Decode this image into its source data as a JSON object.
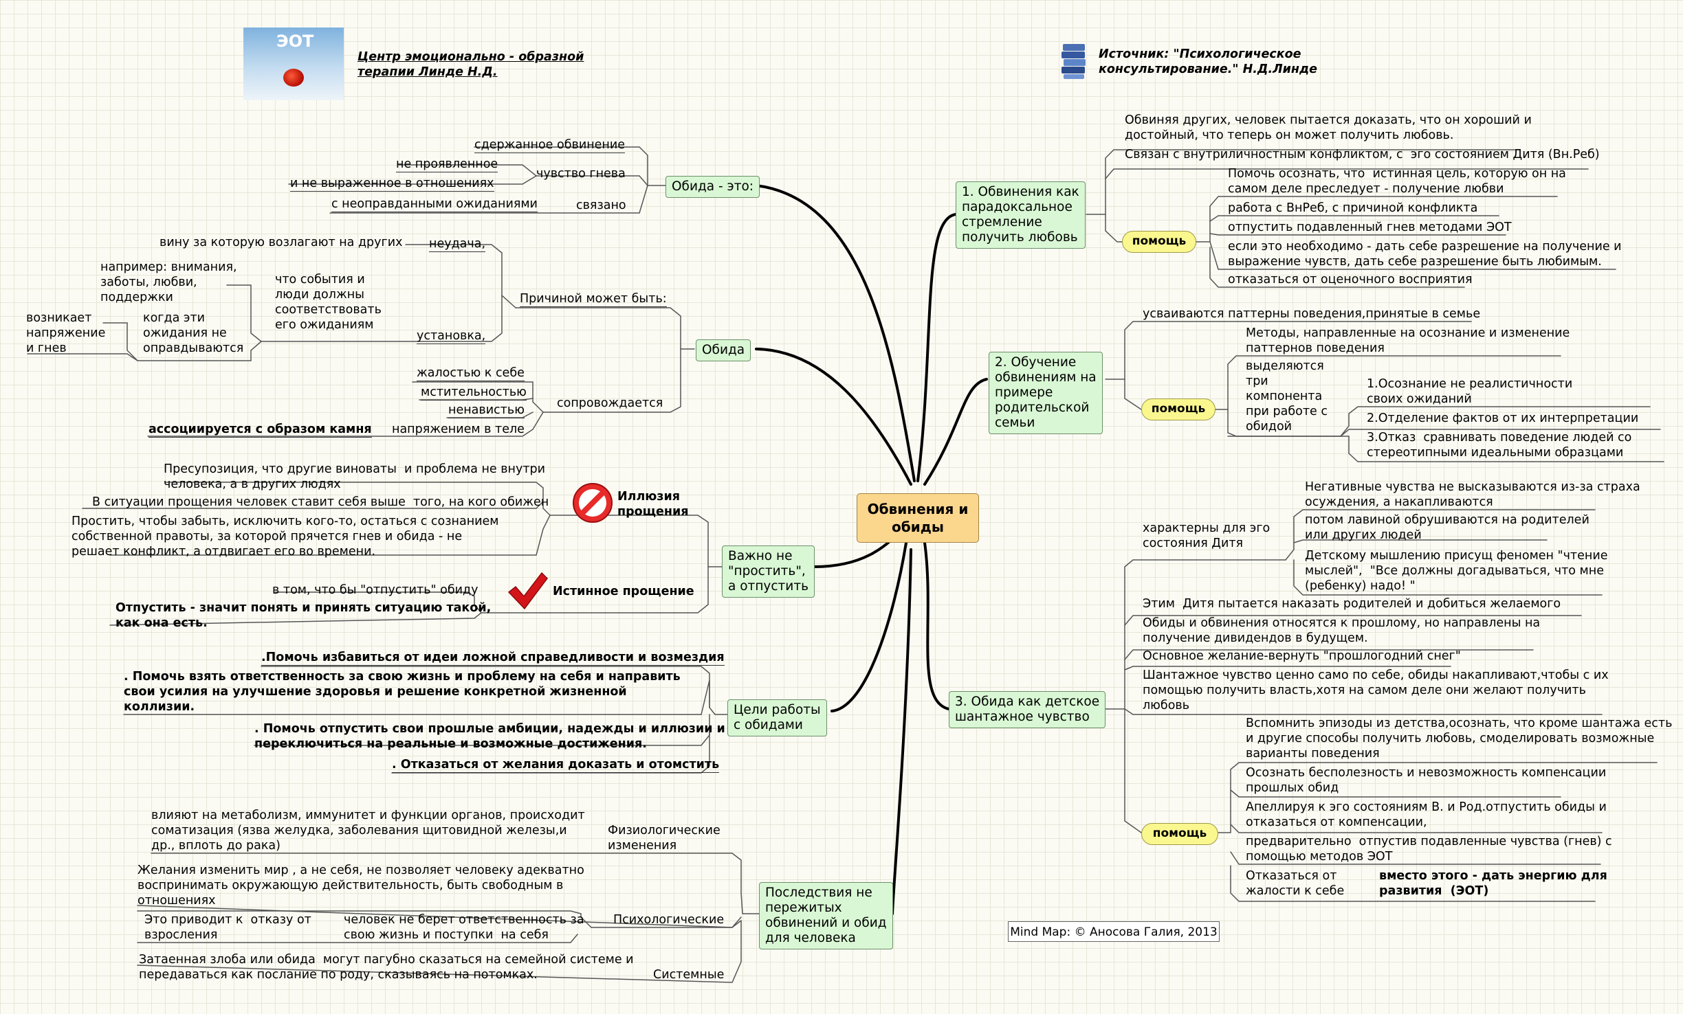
{
  "header": {
    "logo_text": "ЭОТ",
    "logo_caption": "Центр эмоционально - образной\nтерапии Линде Н.Д.",
    "source": "Источник: \"Психологическое\nконсультирование.\" Н.Д.Линде",
    "copyright": "Mind Map: © Аносова Галия, 2013"
  },
  "center": {
    "label": "Обвинения и\nобиды"
  },
  "left": {
    "obida_eto": {
      "label": "Обида - это:",
      "items": [
        "сдержанное обвинение",
        "чувство гнева",
        "не проявленное",
        "и не выраженное в отношениях",
        "связано",
        "с неоправданными ожиданиями"
      ]
    },
    "obida": {
      "label": "Обида",
      "prichina": "Причиной может быть:",
      "neudacha": "неудача,",
      "vinu": "вину за которую возлагают на других",
      "ustanovka": "установка,",
      "chto_sobytiya": "что события и\nлюди должны\nсоответствовать\nего ожиданиям",
      "naprimer": "например: внимания,\nзаботы, любви,\nподдержки",
      "kogda": "когда эти\nожидания не\nоправдываются",
      "voznikaet": "возникает\nнапряжение\nи гнев",
      "soprovozhdaetsya": "сопровождается",
      "items": [
        "жалостью к себе",
        "мстительностью",
        "ненавистью",
        "напряжением в теле"
      ],
      "kamen": "ассоциируется с образом камня"
    },
    "vazhno": {
      "label": "Важно не\n\"простить\",\nа отпустить",
      "illusion": "Иллюзия\nпрощения",
      "presup": "Пресупозиция, что другие виноваты  и проблема не внутри\nчеловека, а в других людях",
      "situacii": "В ситуации прощения человек ставит себя выше  того, на кого обижен",
      "prostit": "Простить, чтобы забыть, исключить кого-то, остаться с сознанием\nсобственной правоты, за которой прячется гнев и обида - не\nрешает конфликт, а отдвигает его во времени.",
      "true_forgive": "Истинное прощение",
      "v_tom": "в том, что бы \"отпустить\" обиду",
      "otpustit": "Отпустить - значит понять и принять ситуацию такой,\nкак она есть."
    },
    "celi": {
      "label": "Цели работы\nс обидами",
      "items": [
        ".Помочь избавиться от идеи ложной справедливости и возмездия",
        ". Помочь взять ответственность за свою жизнь и проблему на себя и направить\nсвои усилия на улучшение здоровья и решение конкретной жизненной\nколлизии.",
        ". Помочь отпустить свои прошлые амбиции, надежды и иллюзии и\nпереключиться на реальные и возможные достижения.",
        ". Отказаться от желания доказать и отомстить"
      ]
    },
    "posledstviya": {
      "label": "Последствия не\nпережитых\nобвинений и обид\nдля человека",
      "fiz": "Физиологические\nизменения",
      "fiz_text": "влияют на метаболизм, иммунитет и функции органов, происходит\nсоматизация (язва желудка, заболевания щитовидной железы,и\nдр., вплоть до рака)",
      "psih": "Психологические",
      "psih_text": "Желания изменить мир , а не себя, не позволяет человеку адекватно\nвоспринимать окружающую действительность, быть свободным в\nотношениях",
      "otkaz": "Это приводит к  отказу от\nвзросления",
      "ne_beret": "человек не берет ответственность за\nсвою жизнь и поступки  на себя",
      "sist": "Системные",
      "sist_text": "Затаенная злоба или обида  могут пагубно сказаться на семейной системе и\nпередаваться как послание по роду, сказываясь на потомках."
    }
  },
  "right": {
    "b1": {
      "label": "1. Обвинения как\nпарадоксальное\nстремление\nполучить любовь",
      "items": [
        "Обвиняя других, человек пытается доказать, что он хороший и\nдостойный, что теперь он может получить любовь.",
        "Связан с внутриличностным конфликтом, с  эго состоянием Дитя (Вн.Реб)"
      ],
      "help": "помощь",
      "help_items": [
        "Помочь осознать, что  истинная цель, которую он на\nсамом деле преследует - получение любви",
        "работа с ВнРеб, с причиной конфликта",
        "отпустить подавленный гнев методами ЭОТ",
        "если это необходимо - дать себе разрешение на получение и\nвыражение чувств, дать себе разрешение быть любимым.",
        "отказаться от оценочного восприятия"
      ]
    },
    "b2": {
      "label": "2. Обучение\nобвинениям на\nпримере\nродительской\nсемьи",
      "items": [
        "усваиваются паттерны поведения,принятые в семье"
      ],
      "help": "помощь",
      "methods": "Методы, направленные на осознание и изменение\nпаттернов поведения",
      "three": "выделяются\nтри\nкомпонента\nпри работе с\nобидой",
      "comps": [
        "1.Осознание не реалистичности\nсвоих ожиданий",
        "2.Отделение фактов от их интерпретации",
        "3.Отказ  сравнивать поведение людей со\nстереотипными идеальными образцами"
      ]
    },
    "b3": {
      "label": "3. Обида как детское\nшантажное чувство",
      "harakterny": "характерны для эго\nсостояния Дитя",
      "h_items": [
        "Негативные чувства не высказываются из-за страха\nосуждения, а накапливаются",
        "потом лавиной обрушиваются на родителей\nили других людей",
        "Детскому мышлению присущ феномен \"чтение\nмыслей\",  \"Все должны догадываться, что мне\n(ребенку) надо! \""
      ],
      "items": [
        "Этим  Дитя пытается наказать родителей и добиться желаемого",
        "Обиды и обвинения относятся к прошлому, но направлены на\nполучение дивидендов в будущем.",
        "Основное желание-вернуть \"прошлогодний снег\"",
        "Шантажное чувство ценно само по себе, обиды накапливают,чтобы с их\nпомощью получить власть,хотя на самом деле они желают получить\nлюбовь"
      ],
      "help": "помощь",
      "help_items": [
        "Вспомнить эпизоды из детства,осознать, что кроме шантажа есть\nи другие способы получить любовь, смоделировать возможные\nварианты поведения",
        "Осознать бесполезность и невозможность компенсации\nпрошлых обид",
        "Апеллируя к эго состояниям В. и Род.отпустить обиды и\nотказаться от компенсации,",
        "предварительно  отпустив подавленные чувства (гнев) с\nпомощью методов ЭОТ",
        "Отказаться от\nжалости к себе",
        "вместо этого - дать энергию для\nразвития  (ЭОТ)"
      ]
    }
  }
}
